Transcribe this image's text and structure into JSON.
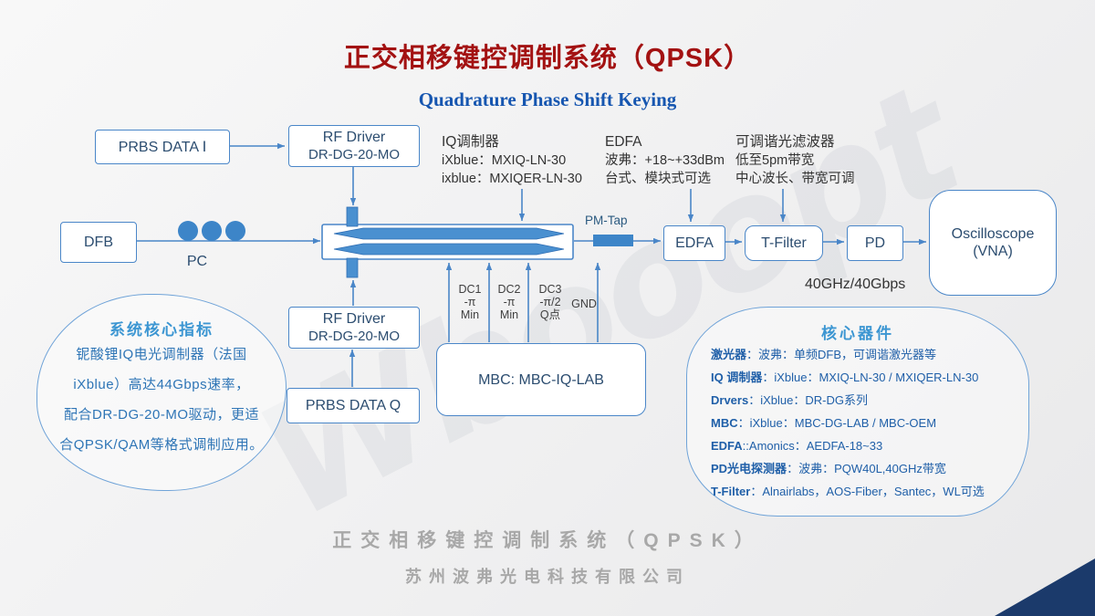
{
  "page": {
    "title": "正交相移键控调制系统（QPSK）",
    "subtitle": "Quadrature Phase Shift Keying"
  },
  "colors": {
    "accent_blue": "#4a86c8",
    "title_red": "#a31212",
    "panel_text_blue": "#1f5fa8",
    "footer_gray": "#a8a8a8",
    "corner_navy": "#1b3a6b"
  },
  "watermark": "Wbooopt",
  "blocks": {
    "prbs_i": "PRBS DATA Ⅰ",
    "rf_driver_line1": "RF Driver",
    "rf_driver_line2": "DR-DG-20-MO",
    "dfb": "DFB",
    "pc": "PC",
    "pm_tap": "PM-Tap",
    "edfa": "EDFA",
    "t_filter": "T-Filter",
    "pd": "PD",
    "osc_line1": "Oscilloscope",
    "osc_line2": "(VNA)",
    "speed": "40GHz/40Gbps",
    "prbs_q": "PRBS DATA Q",
    "mbc": "MBC: MBC-IQ-LAB"
  },
  "annotations": {
    "iq": [
      "IQ调制器",
      "iXblue：MXIQ-LN-30",
      "ixblue：MXIQER-LN-30"
    ],
    "edfa": [
      "EDFA",
      "波弗：+18~+33dBm",
      "台式、模块式可选"
    ],
    "filter": [
      "可调谐光滤波器",
      "低至5pm带宽",
      "中心波长、带宽可调"
    ],
    "dc1": [
      "DC1",
      "-π",
      "Min"
    ],
    "dc2": [
      "DC2",
      "-π",
      "Min"
    ],
    "dc3": [
      "DC3",
      "-π/2",
      "Q点"
    ],
    "gnd": "GND"
  },
  "left_panel": {
    "title": "系统核心指标",
    "lines": [
      "铌酸锂IQ电光调制器（法国",
      "iXblue）高达44Gbps速率，",
      "配合DR-DG-20-MO驱动，更适",
      "合QPSK/QAM等格式调制应用。"
    ]
  },
  "right_panel": {
    "title": "核心器件",
    "items": [
      {
        "label": "激光器",
        "text": "：波弗：单频DFB，可调谐激光器等"
      },
      {
        "label": "IQ 调制器",
        "text": "：iXblue：MXIQ-LN-30 / MXIQER-LN-30"
      },
      {
        "label": "Drvers",
        "text": "：iXblue：DR-DG系列"
      },
      {
        "label": "MBC",
        "text": "：iXblue：MBC-DG-LAB / MBC-OEM"
      },
      {
        "label": "EDFA",
        "text": "::Amonics：AEDFA-18~33"
      },
      {
        "label": "PD光电探测器",
        "text": "：波弗：PQW40L,40GHz带宽"
      },
      {
        "label": "T-Filter",
        "text": "：Alnairlabs，AOS-Fiber，Santec，WL可选"
      }
    ]
  },
  "footer": {
    "line1": "正交相移键控调制系统（QPSK）",
    "line2": "苏州波弗光电科技有限公司"
  }
}
